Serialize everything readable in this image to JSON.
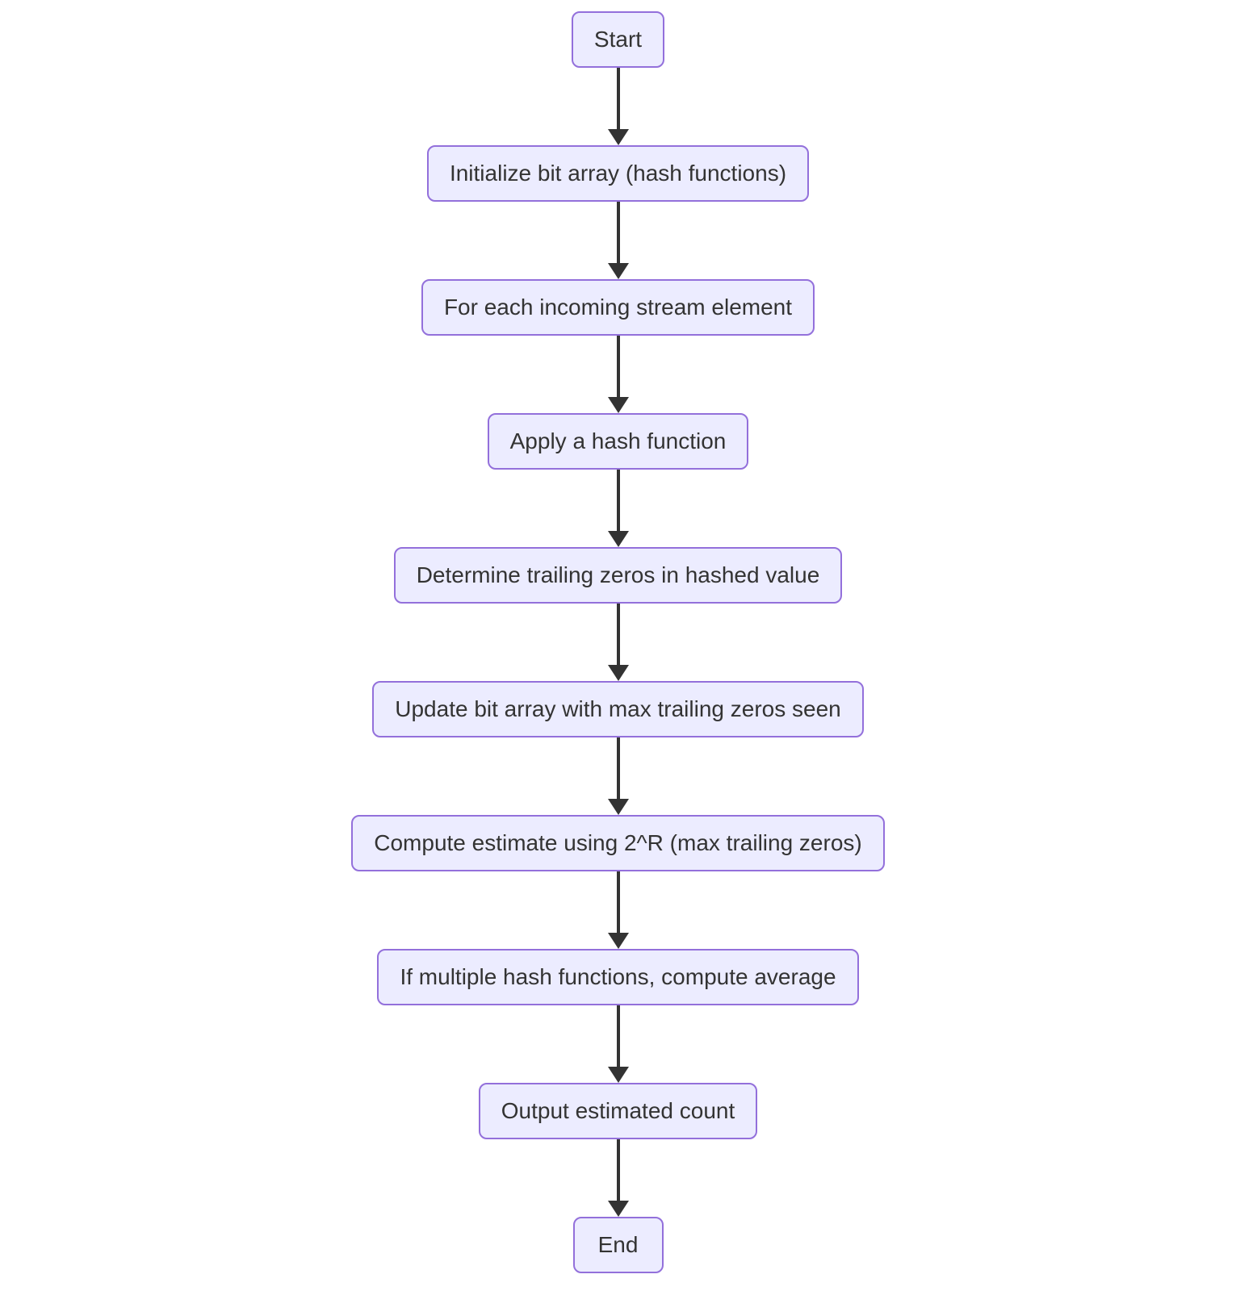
{
  "diagram": {
    "type": "flowchart",
    "direction": "top-down",
    "colors": {
      "node_fill": "#ECECFF",
      "node_border": "#9370DB",
      "arrow": "#333333",
      "text": "#333333",
      "background": "#FFFFFF"
    },
    "nodes": [
      {
        "id": "start",
        "label": "Start"
      },
      {
        "id": "init-bit-array",
        "label": "Initialize bit array (hash functions)"
      },
      {
        "id": "for-each-element",
        "label": "For each incoming stream element"
      },
      {
        "id": "apply-hash",
        "label": "Apply a hash function"
      },
      {
        "id": "trailing-zeros",
        "label": "Determine trailing zeros in hashed value"
      },
      {
        "id": "update-bit-array",
        "label": "Update bit array with max trailing zeros seen"
      },
      {
        "id": "compute-estimate",
        "label": "Compute estimate using 2^R (max trailing zeros)"
      },
      {
        "id": "average-estimates",
        "label": "If multiple hash functions, compute average"
      },
      {
        "id": "output-count",
        "label": "Output estimated count"
      },
      {
        "id": "end",
        "label": "End"
      }
    ],
    "edges": [
      {
        "from": "start",
        "to": "init-bit-array"
      },
      {
        "from": "init-bit-array",
        "to": "for-each-element"
      },
      {
        "from": "for-each-element",
        "to": "apply-hash"
      },
      {
        "from": "apply-hash",
        "to": "trailing-zeros"
      },
      {
        "from": "trailing-zeros",
        "to": "update-bit-array"
      },
      {
        "from": "update-bit-array",
        "to": "compute-estimate"
      },
      {
        "from": "compute-estimate",
        "to": "average-estimates"
      },
      {
        "from": "average-estimates",
        "to": "output-count"
      },
      {
        "from": "output-count",
        "to": "end"
      }
    ]
  }
}
